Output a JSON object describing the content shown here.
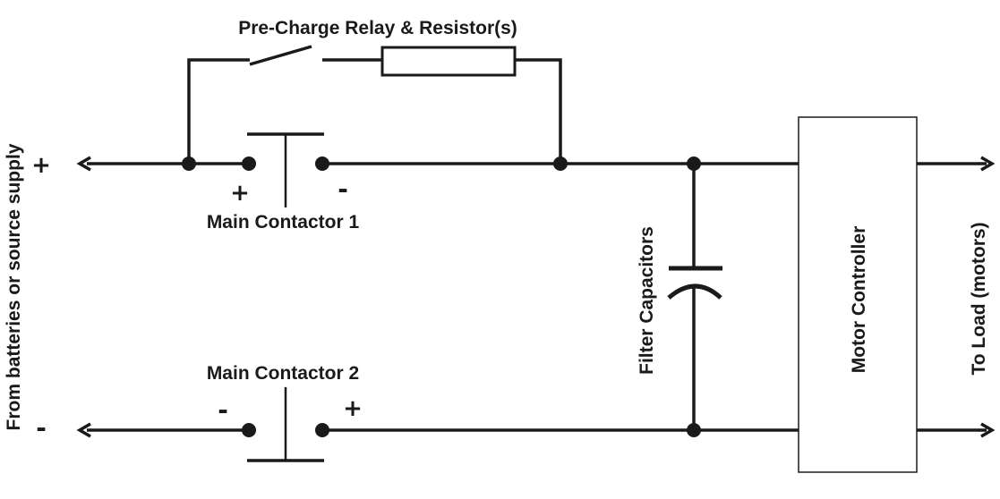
{
  "labels": {
    "precharge": "Pre-Charge Relay & Resistor(s)",
    "main_contactor_1": "Main Contactor 1",
    "main_contactor_2": "Main Contactor 2",
    "filter_capacitors": "Filter Capacitors",
    "motor_controller": "Motor Controller",
    "source": "From batteries or source supply",
    "load": "To Load (motors)",
    "source_plus": "+",
    "source_minus": "-",
    "mc1_plus": "+",
    "mc1_minus": "-",
    "mc2_minus": "-",
    "mc2_plus": "+"
  },
  "colors": {
    "line": "#1a1a1a",
    "controller_fill": "#ffffff",
    "background": "#ffffff"
  }
}
